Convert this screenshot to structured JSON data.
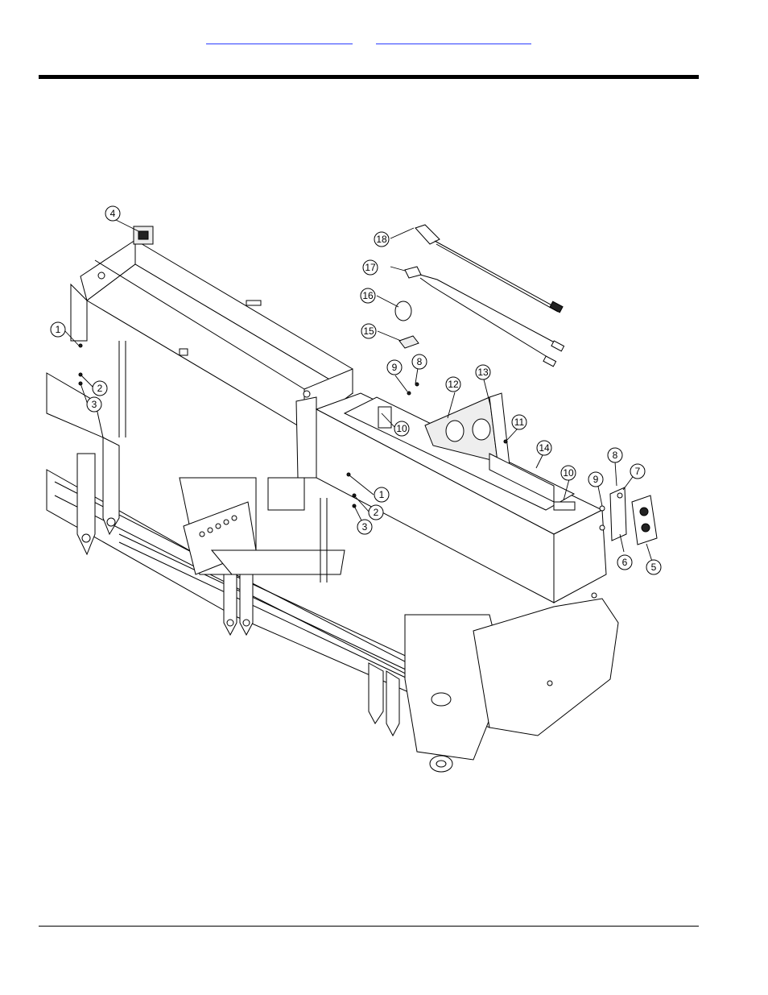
{
  "header": {
    "link_a": "",
    "link_b": ""
  },
  "diagram": {
    "callouts": [
      {
        "num": "4"
      },
      {
        "num": "18"
      },
      {
        "num": "17"
      },
      {
        "num": "16"
      },
      {
        "num": "15"
      },
      {
        "num": "1"
      },
      {
        "num": "2"
      },
      {
        "num": "3"
      },
      {
        "num": "9"
      },
      {
        "num": "8"
      },
      {
        "num": "12"
      },
      {
        "num": "13"
      },
      {
        "num": "10"
      },
      {
        "num": "11"
      },
      {
        "num": "14"
      },
      {
        "num": "1"
      },
      {
        "num": "2"
      },
      {
        "num": "3"
      },
      {
        "num": "10"
      },
      {
        "num": "8"
      },
      {
        "num": "9"
      },
      {
        "num": "7"
      },
      {
        "num": "6"
      },
      {
        "num": "5"
      }
    ]
  }
}
